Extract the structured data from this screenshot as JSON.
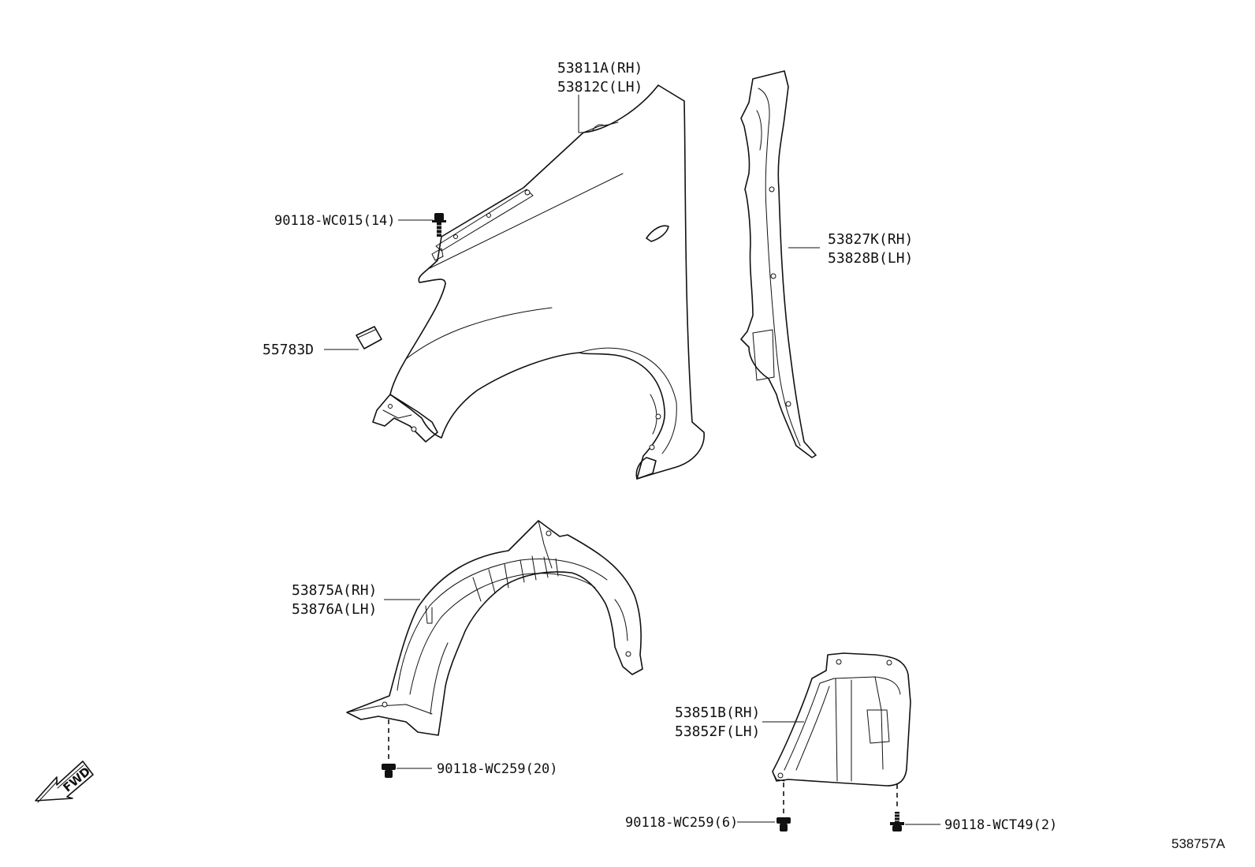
{
  "diagram": {
    "document_number": "538757A",
    "fwd_indicator": "FWD",
    "parts": {
      "fender": {
        "line1": "53811A(RH)",
        "line2": "53812C(LH)"
      },
      "fender_bolt": {
        "label": "90118-WC015(14)"
      },
      "fender_pad": {
        "label": "55783D"
      },
      "fender_seal": {
        "line1": "53827K(RH)",
        "line2": "53828B(LH)"
      },
      "fender_liner": {
        "line1": "53875A(RH)",
        "line2": "53876A(LH)"
      },
      "liner_clip": {
        "label": "90118-WC259(20)"
      },
      "mudguard": {
        "line1": "53851B(RH)",
        "line2": "53852F(LH)"
      },
      "mudguard_clip": {
        "label": "90118-WC259(6)"
      },
      "mudguard_screw": {
        "label": "90118-WCT49(2)"
      }
    }
  }
}
